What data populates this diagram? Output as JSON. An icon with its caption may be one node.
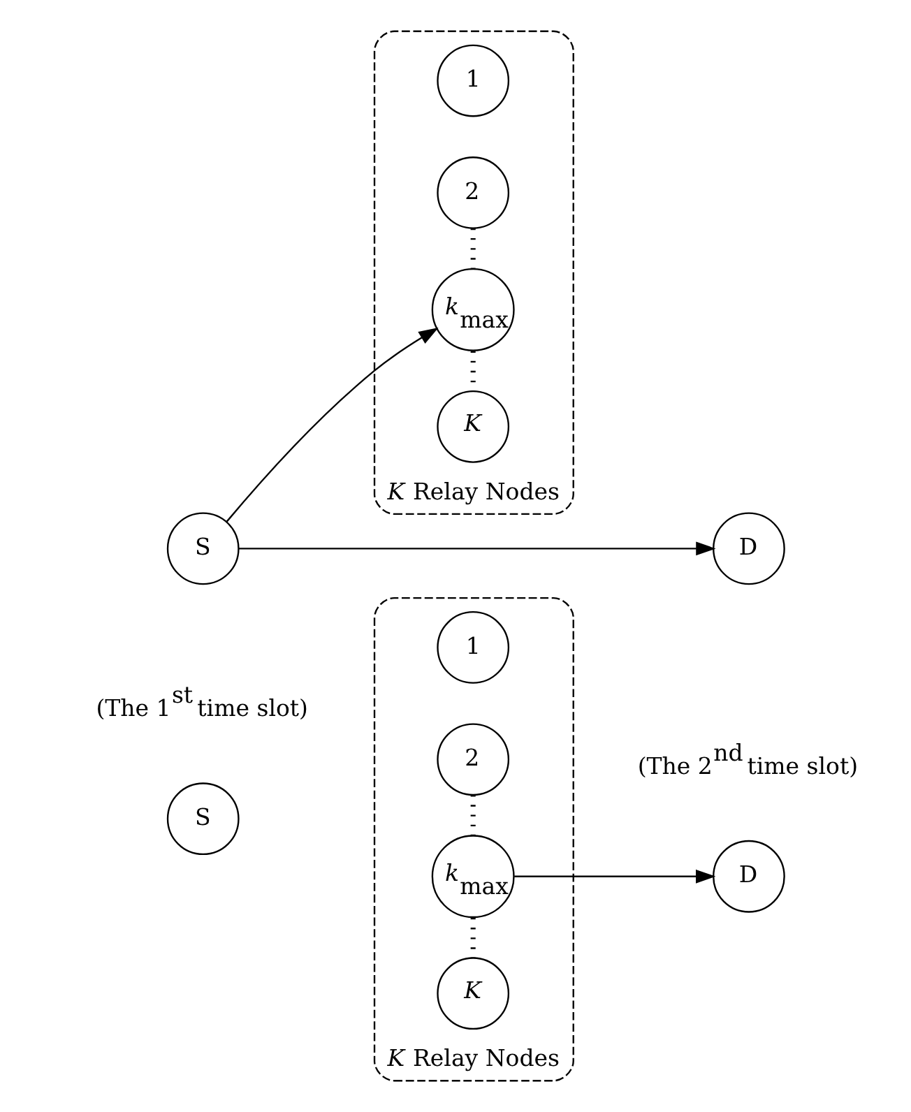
{
  "diagram": {
    "nodes": [
      {
        "text": [
          "S"
        ]
      },
      {
        "text": [
          "*K* Relay Nodes"
        ]
      },
      {
        "text": [
          "1"
        ],
        "in": 1
      },
      {
        "text": [
          "2"
        ],
        "in": 1
      },
      {
        "text": [
          "*k*$_{max}$"
        ],
        "in": 1
      },
      {
        "text": [
          "*K*"
        ],
        "in": 1
      },
      {
        "text": [
          "D"
        ]
      },
      {
        "text": [
          "S"
        ]
      },
      {
        "text": [
          "*K* Relay Nodes"
        ]
      },
      {
        "text": [
          "1"
        ],
        "in": 8
      },
      {
        "text": [
          "2"
        ],
        "in": 8
      },
      {
        "text": [
          "*k*$_{max}$"
        ],
        "in": 8
      },
      {
        "text": [
          "*K*"
        ],
        "in": 8
      },
      {
        "text": [
          "D"
        ]
      }
    ],
    "edges": [
      {
        "from": 0,
        "to": 6,
        "arrow": "to"
      },
      {
        "from": 0,
        "to": 4,
        "arrow": "to"
      },
      {
        "from": 3,
        "to": 4,
        "arrow": "none",
        "style": "dashed"
      },
      {
        "from": 4,
        "to": 5,
        "arrow": "none",
        "style": "dashed"
      },
      {
        "from": 10,
        "to": 11,
        "arrow": "none",
        "style": "dashed"
      },
      {
        "from": 11,
        "to": 12,
        "arrow": "none",
        "style": "dashed"
      },
      {
        "from": 11,
        "to": 13,
        "arrow": "to"
      }
    ],
    "labels": [
      "(The 1$^{st}$ time slot)",
      "(The 2$^{nd}$ time slot)"
    ]
  }
}
